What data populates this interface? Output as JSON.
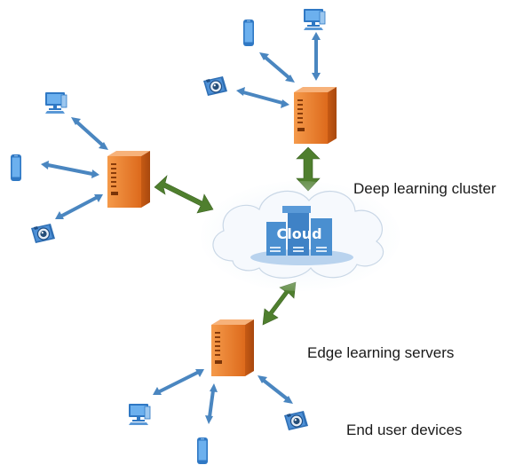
{
  "labels": {
    "cloud": "Cloud",
    "deep_learning_cluster": "Deep learning cluster",
    "edge_learning_servers": "Edge learning servers",
    "end_user_devices": "End user devices"
  },
  "colors": {
    "server_orange": "#e87a2c",
    "server_dark": "#c45a12",
    "cloud_blue": "#4a8fd0",
    "device_blue": "#3d8bd6",
    "link_blue": "#4a86c0",
    "backhaul_green": "#4f7f2e"
  },
  "icons": [
    "server-icon",
    "cloud-icon",
    "desktop-icon",
    "phone-icon",
    "camera-icon"
  ]
}
